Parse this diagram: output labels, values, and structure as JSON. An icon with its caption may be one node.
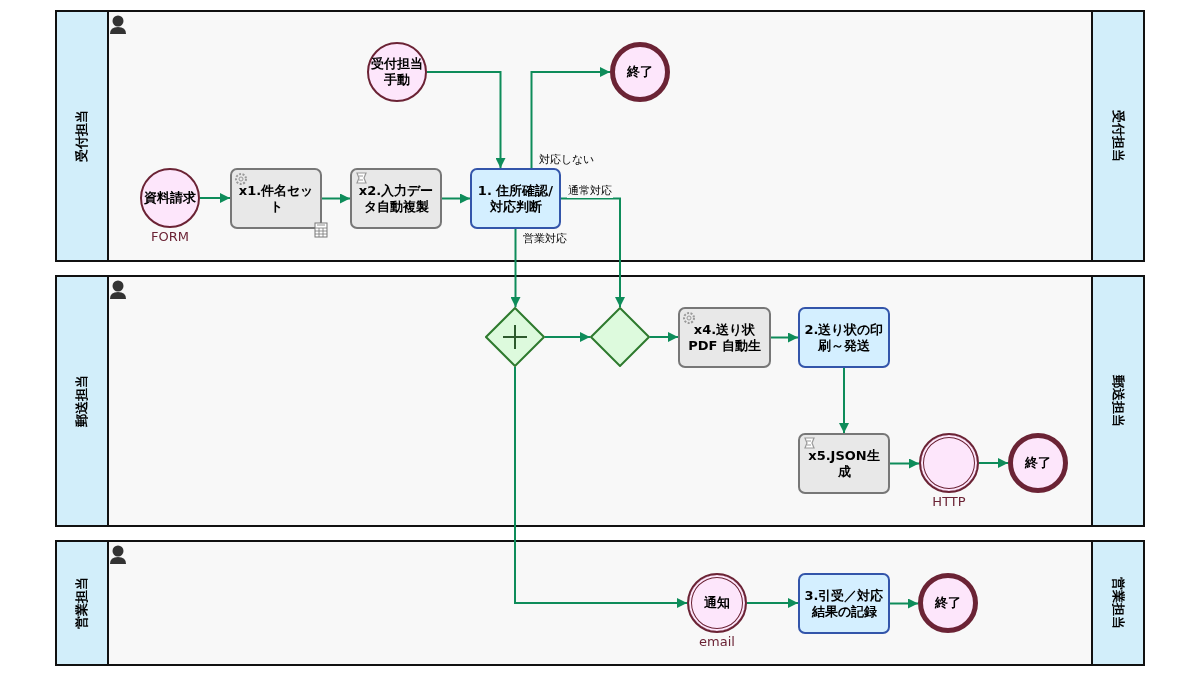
{
  "diagram": {
    "nodes": [
      {
        "text": [
          "受付担当",
          "受付担当"
        ]
      },
      {
        "text": [
          "受付担当手動"
        ],
        "in": 0
      },
      {
        "text": [
          "終了"
        ],
        "in": 0
      },
      {
        "text": [
          "資料請求"
        ],
        "beside": [
          "FORM"
        ],
        "in": 0
      },
      {
        "text": [
          "x1.件名セット"
        ],
        "in": 0
      },
      {
        "text": [
          "x2.入力データ自動複製"
        ],
        "in": 0
      },
      {
        "text": [
          "1. 住所確認/対応判断"
        ],
        "in": 0
      },
      {
        "text": [
          "郵送担当",
          "郵送担当"
        ]
      },
      {
        "text": [],
        "shape": "diamond",
        "in": 7
      },
      {
        "text": [],
        "shape": "diamond",
        "in": 7
      },
      {
        "text": [
          "x4.送り状PDF 自動生"
        ],
        "in": 7
      },
      {
        "text": [
          "2.送り状の印刷～発送"
        ],
        "in": 7
      },
      {
        "text": [
          "x5.JSON生成"
        ],
        "in": 7
      },
      {
        "text": [],
        "shape": "circle",
        "beside": [
          "HTTP"
        ],
        "in": 7
      },
      {
        "text": [
          "終了"
        ],
        "in": 7
      },
      {
        "text": [
          "営業担当",
          "営業担当"
        ]
      },
      {
        "text": [
          "通知"
        ],
        "beside": [
          "email"
        ],
        "in": 15
      },
      {
        "text": [
          "3.引受／対応結果の記録"
        ],
        "in": 15
      },
      {
        "text": [
          "終了"
        ],
        "in": 15
      }
    ],
    "edges": [
      {
        "from": 1,
        "to": 6,
        "arrow": "to"
      },
      {
        "from": 3,
        "to": 4,
        "arrow": "to"
      },
      {
        "from": 4,
        "to": 5,
        "arrow": "to"
      },
      {
        "from": 5,
        "to": 6,
        "arrow": "to"
      },
      {
        "from": 6,
        "to": 2,
        "arrow": "to",
        "label": "対応しない"
      },
      {
        "from": 6,
        "to": 9,
        "arrow": "to",
        "label": "通常対応"
      },
      {
        "from": 6,
        "to": 8,
        "arrow": "to",
        "label": "営業対応"
      },
      {
        "from": 8,
        "to": 9,
        "arrow": "to"
      },
      {
        "from": 9,
        "to": 10,
        "arrow": "to"
      },
      {
        "from": 10,
        "to": 11,
        "arrow": "to"
      },
      {
        "from": 11,
        "to": 12,
        "arrow": "to"
      },
      {
        "from": 12,
        "to": 13,
        "arrow": "to"
      },
      {
        "from": 13,
        "to": 14,
        "arrow": "to"
      },
      {
        "from": 8,
        "to": 16,
        "arrow": "to"
      },
      {
        "from": 16,
        "to": 17,
        "arrow": "to"
      },
      {
        "from": 17,
        "to": 18,
        "arrow": "to"
      }
    ]
  }
}
